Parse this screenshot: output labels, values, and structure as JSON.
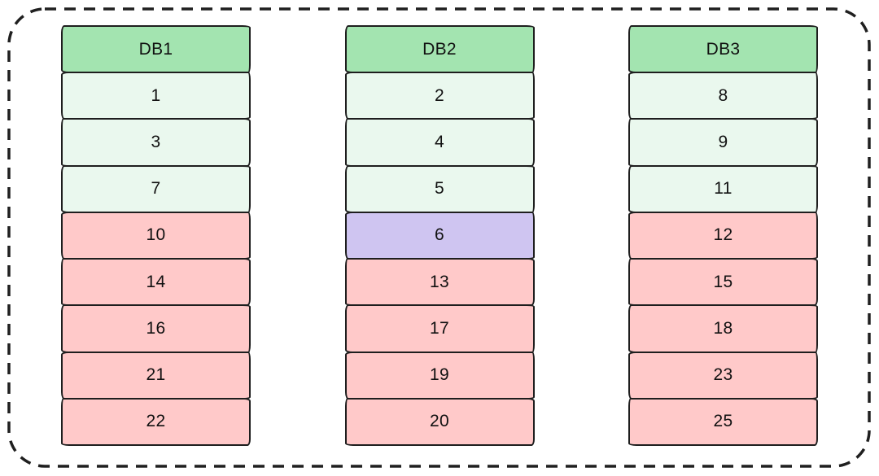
{
  "diagram": {
    "description": "Three database shard columns inside a dashed rounded frame",
    "colors": {
      "header_green": "#a3e4b0",
      "row_green": "#eaf8ee",
      "row_red": "#ffc9c9",
      "row_purple": "#cfc5f1",
      "stroke": "#1e1e1e",
      "frame_stroke": "#1f1f1f",
      "background": "#ffffff"
    },
    "columns": [
      {
        "title": "DB1",
        "rows": [
          {
            "value": "1",
            "state": "green"
          },
          {
            "value": "3",
            "state": "green"
          },
          {
            "value": "7",
            "state": "green"
          },
          {
            "value": "10",
            "state": "red"
          },
          {
            "value": "14",
            "state": "red"
          },
          {
            "value": "16",
            "state": "red"
          },
          {
            "value": "21",
            "state": "red"
          },
          {
            "value": "22",
            "state": "red"
          }
        ]
      },
      {
        "title": "DB2",
        "rows": [
          {
            "value": "2",
            "state": "green"
          },
          {
            "value": "4",
            "state": "green"
          },
          {
            "value": "5",
            "state": "green"
          },
          {
            "value": "6",
            "state": "purple"
          },
          {
            "value": "13",
            "state": "red"
          },
          {
            "value": "17",
            "state": "red"
          },
          {
            "value": "19",
            "state": "red"
          },
          {
            "value": "20",
            "state": "red"
          }
        ]
      },
      {
        "title": "DB3",
        "rows": [
          {
            "value": "8",
            "state": "green"
          },
          {
            "value": "9",
            "state": "green"
          },
          {
            "value": "11",
            "state": "green"
          },
          {
            "value": "12",
            "state": "red"
          },
          {
            "value": "15",
            "state": "red"
          },
          {
            "value": "18",
            "state": "red"
          },
          {
            "value": "23",
            "state": "red"
          },
          {
            "value": "25",
            "state": "red"
          }
        ]
      }
    ]
  }
}
